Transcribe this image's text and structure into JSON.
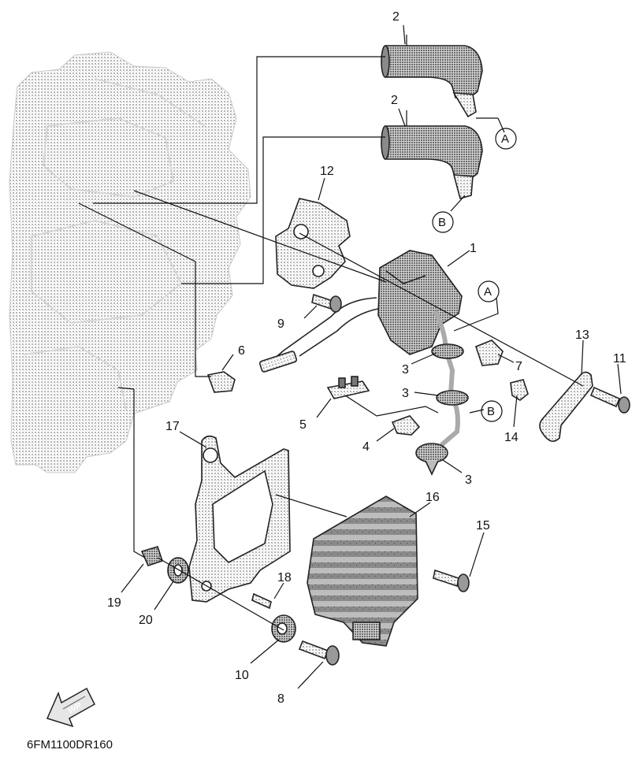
{
  "diagram": {
    "figure_code": "6FM1100DR160",
    "direction_marker": "WP",
    "callouts": [
      "1",
      "2",
      "2",
      "3",
      "3",
      "3",
      "4",
      "5",
      "6",
      "7",
      "8",
      "9",
      "10",
      "11",
      "12",
      "13",
      "14",
      "15",
      "16",
      "17",
      "18",
      "19",
      "20"
    ],
    "connectors": [
      "A",
      "A",
      "B",
      "B"
    ]
  }
}
